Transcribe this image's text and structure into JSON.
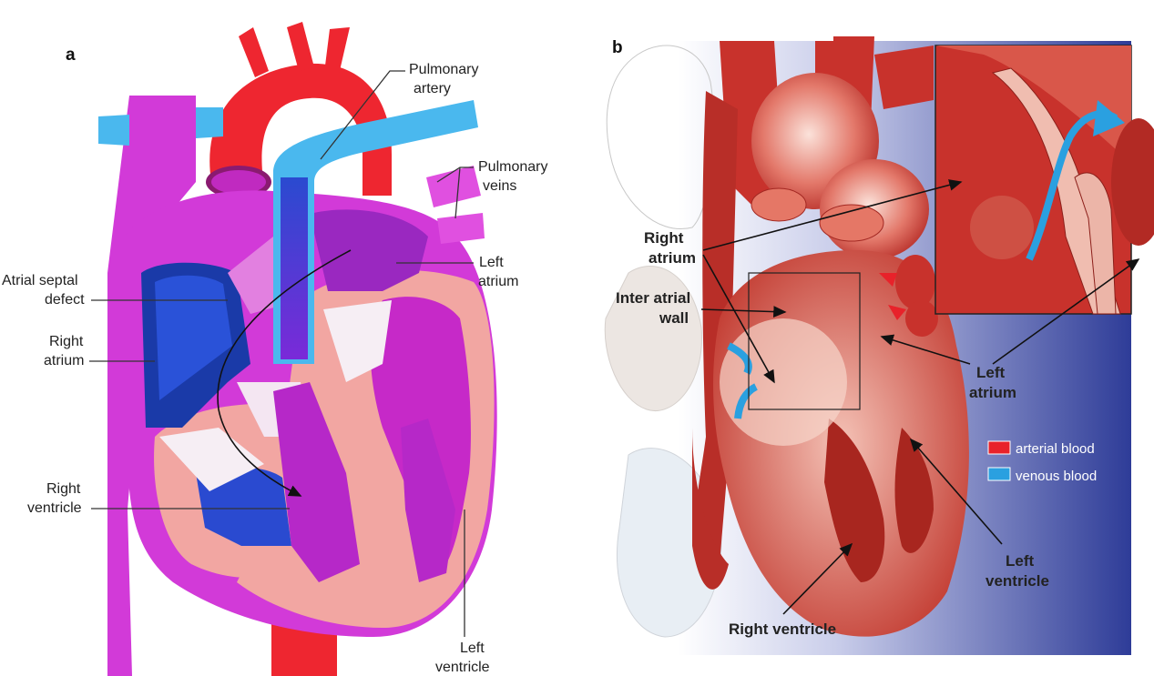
{
  "panel_a": {
    "letter": "a",
    "labels": {
      "pulmonary_artery_1": "Pulmonary",
      "pulmonary_artery_2": "artery",
      "pulmonary_veins_1": "Pulmonary",
      "pulmonary_veins_2": "veins",
      "atrial_septal_defect_1": "Atrial septal",
      "atrial_septal_defect_2": "defect",
      "left_atrium_1": "Left",
      "left_atrium_2": "atrium",
      "right_atrium_1": "Right",
      "right_atrium_2": "atrium",
      "right_ventricle_1": "Right",
      "right_ventricle_2": "ventricle",
      "left_ventricle_1": "Left",
      "left_ventricle_2": "ventricle"
    }
  },
  "panel_b": {
    "letter": "b",
    "labels": {
      "right_atrium_1": "Right",
      "right_atrium_2": "atrium",
      "inter_atrial_1": "Inter atrial",
      "inter_atrial_2": "wall",
      "left_atrium_1": "Left",
      "left_atrium_2": "atrium",
      "left_ventricle_1": "Left",
      "left_ventricle_2": "ventricle",
      "right_ventricle": "Right ventricle"
    },
    "legend": [
      {
        "label": "arterial blood",
        "color": "#e8222a"
      },
      {
        "label": "venous blood",
        "color": "#2aa0e0"
      }
    ]
  },
  "colors": {
    "aorta_red": "#ee2630",
    "vein_blue": "#4ab8ee",
    "heart_magenta": "#d23ad8",
    "heart_pink": "#f2a6a2",
    "dark_blue": "#1a3aa8",
    "b_red": "#c8322c",
    "b_bg_blue": "#3a4aa0"
  }
}
